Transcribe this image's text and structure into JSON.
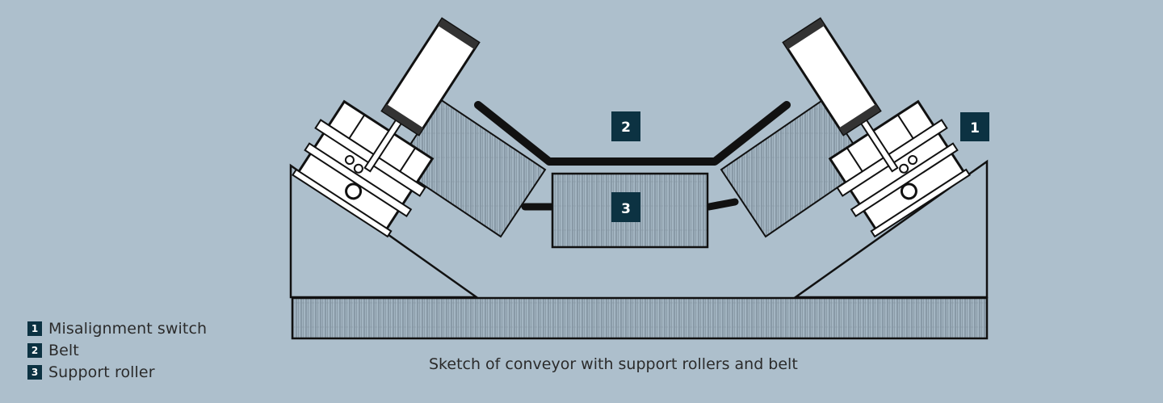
{
  "diagram": {
    "caption": "Sketch of conveyor with support rollers and belt",
    "colors": {
      "background": "#adbfcc",
      "badge": "#0c3242",
      "line": "#111111"
    },
    "callouts": [
      {
        "number": "1",
        "target": "misalignment-switch"
      },
      {
        "number": "2",
        "target": "belt"
      },
      {
        "number": "3",
        "target": "support-roller"
      }
    ]
  },
  "legend": {
    "items": [
      {
        "number": "1",
        "label": "Misalignment switch"
      },
      {
        "number": "2",
        "label": "Belt"
      },
      {
        "number": "3",
        "label": "Support roller"
      }
    ]
  }
}
